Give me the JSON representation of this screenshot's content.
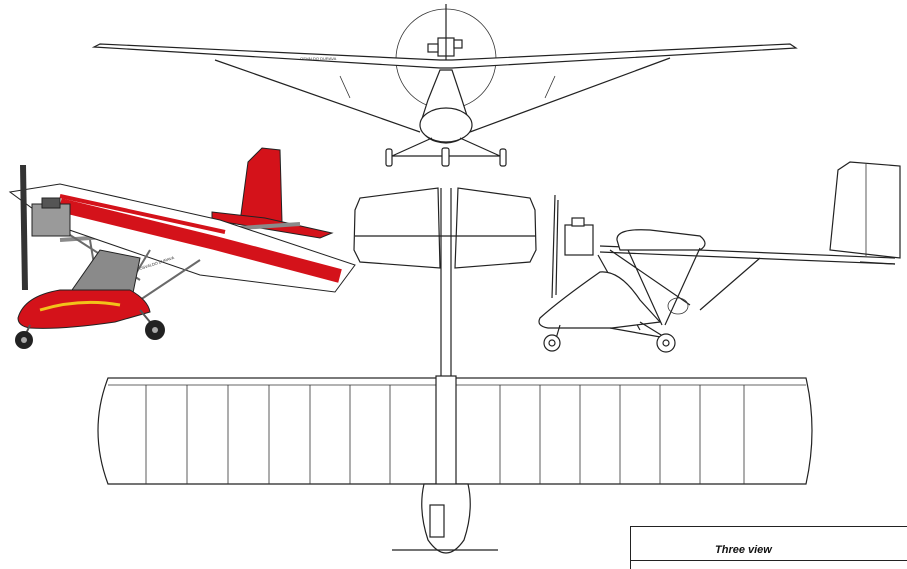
{
  "title_block": {
    "text": "Three view"
  },
  "wing_marking": "OSVALDO DURAVA",
  "colors": {
    "line": "#222222",
    "fuselage_red": "#d4121a",
    "highlight_yellow": "#f2c21a",
    "fabric_white": "#ffffff",
    "metal_grey": "#8a8a8a"
  },
  "views": [
    "front-view",
    "side-view",
    "top-view",
    "3d-render"
  ]
}
